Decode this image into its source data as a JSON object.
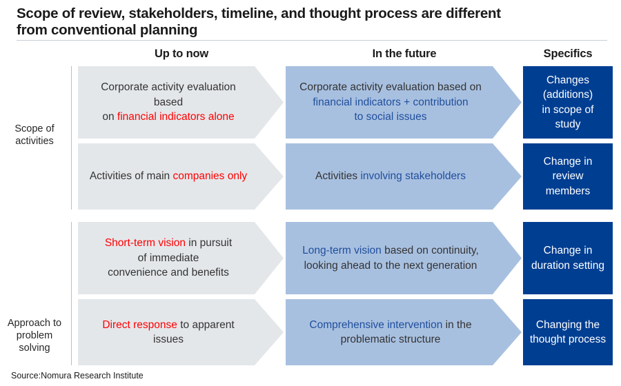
{
  "title": {
    "line1": "Scope of review, stakeholders, timeline, and thought process are different",
    "line2": "from conventional planning"
  },
  "headers": {
    "now": "Up to now",
    "future": "In the future",
    "specifics": "Specifics"
  },
  "groups": {
    "scope": "Scope of\nactivities",
    "approach": "Approach to\nproblem\nsolving"
  },
  "colors": {
    "dark_blue": "#003E92",
    "light_blue": "#A8C0E0",
    "gray": "#E4E7EA",
    "highlight_red": "#FF0000",
    "highlight_blue": "#1F4E9C"
  },
  "rows": [
    {
      "now": {
        "plain_1": "Corporate activity evaluation based",
        "plain_2": "on ",
        "red_1": "financial indicators alone",
        "full": "Corporate activity evaluation based on financial indicators alone"
      },
      "future": {
        "plain_1": "Corporate activity evaluation based on",
        "blue_1": "financial indicators + contribution",
        "blue_2": "to social issues",
        "full": "Corporate activity evaluation based on financial indicators + contribution to social issues"
      },
      "specific": {
        "line_1": "Changes",
        "line_2": "(additions)",
        "line_3": "in scope of",
        "line_4": "study",
        "full": "Changes (additions) in scope of study"
      }
    },
    {
      "now": {
        "plain_1": "Activities of main ",
        "red_1": "companies only",
        "full": "Activities of main companies only"
      },
      "future": {
        "plain_1": "Activities ",
        "blue_1": "involving stakeholders",
        "full": "Activities involving stakeholders"
      },
      "specific": {
        "line_1": "Change in",
        "line_2": "review",
        "line_3": "members",
        "full": "Change in review members"
      }
    },
    {
      "now": {
        "red_1": "Short-term vision",
        "plain_1": " in pursuit",
        "plain_2": "of immediate",
        "plain_3": "convenience and benefits",
        "full": "Short-term vision in pursuit of immediate convenience and benefits"
      },
      "future": {
        "blue_1": "Long-term vision",
        "plain_1": " based on continuity,",
        "plain_2": "looking ahead to the next generation",
        "full": "Long-term vision based on continuity, looking ahead to the next generation"
      },
      "specific": {
        "line_1": "Change in",
        "line_2": "duration setting",
        "full": "Change in duration setting"
      }
    },
    {
      "now": {
        "red_1": "Direct response",
        "plain_1": " to apparent issues",
        "full": "Direct response to apparent issues"
      },
      "future": {
        "blue_1": "Comprehensive intervention",
        "plain_1": " in the",
        "plain_2": "problematic structure",
        "full": "Comprehensive intervention in the problematic structure"
      },
      "specific": {
        "line_1": "Changing the",
        "line_2": "thought process",
        "full": "Changing the thought process"
      }
    }
  ],
  "source": "Source:Nomura Research Institute"
}
